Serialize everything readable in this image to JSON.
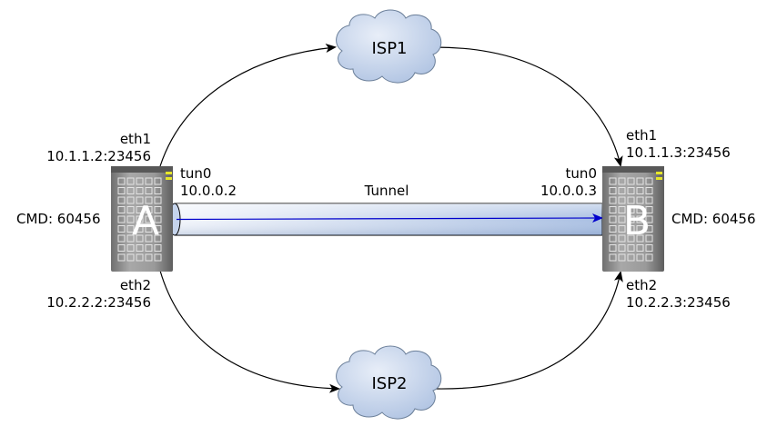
{
  "node_a": {
    "letter": "A",
    "cmd": "CMD: 60456",
    "eth1_name": "eth1",
    "eth1_addr": "10.1.1.2:23456",
    "eth2_name": "eth2",
    "eth2_addr": "10.2.2.2:23456",
    "tun_name": "tun0",
    "tun_addr": "10.0.0.2"
  },
  "node_b": {
    "letter": "B",
    "cmd": "CMD: 60456",
    "eth1_name": "eth1",
    "eth1_addr": "10.1.1.3:23456",
    "eth2_name": "eth2",
    "eth2_addr": "10.2.2.3:23456",
    "tun_name": "tun0",
    "tun_addr": "10.0.0.3"
  },
  "isp1": {
    "label": "ISP1"
  },
  "isp2": {
    "label": "ISP2"
  },
  "tunnel": {
    "label": "Tunnel"
  },
  "colors": {
    "cloud_fill": "#c3d2ea",
    "tunnel_fill": "#b9cbe6",
    "tunnel_arrow": "#0000cc",
    "server_body": "#8f8f8f",
    "led": "#e6e62a"
  }
}
